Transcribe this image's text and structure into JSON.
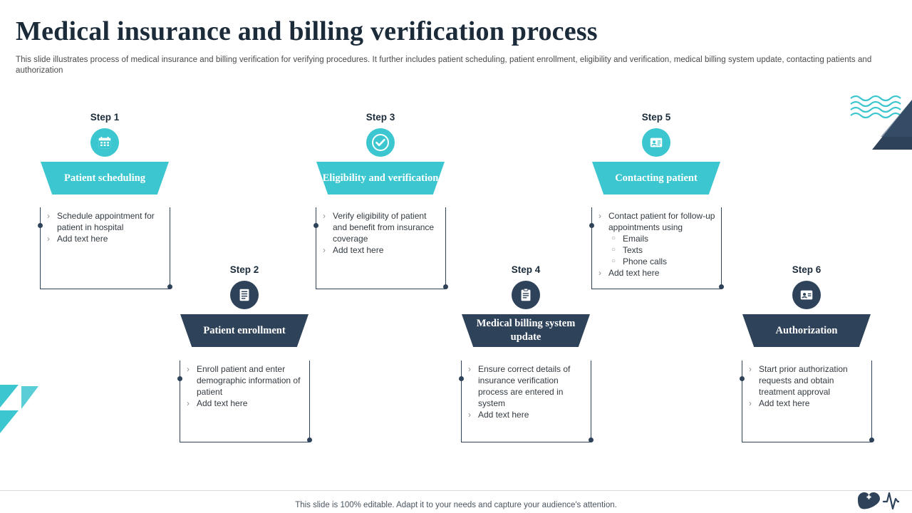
{
  "slide": {
    "title": "Medical insurance and billing verification process",
    "subtitle": "This slide illustrates process of medical insurance and billing verification for verifying procedures. It further includes patient scheduling, patient enrollment, eligibility and verification, medical billing system update, contacting patients and authorization",
    "footer_note": "This slide is 100% editable. Adapt it to your needs and capture your audience's attention.",
    "colors": {
      "teal": "#3cc6cf",
      "navy": "#2e4259",
      "title_color": "#1b2b3a",
      "body_text": "#333a40"
    }
  },
  "steps": [
    {
      "label": "Step 1",
      "title": "Patient scheduling",
      "icon": "calendar-icon",
      "theme": "teal",
      "bullets": [
        {
          "text": "Schedule appointment for patient in hospital",
          "sub": []
        },
        {
          "text": "Add text here",
          "sub": []
        }
      ]
    },
    {
      "label": "Step 2",
      "title": "Patient enrollment",
      "icon": "document-list-icon",
      "theme": "navy",
      "bullets": [
        {
          "text": "Enroll patient and enter demographic information of patient",
          "sub": []
        },
        {
          "text": "Add text here",
          "sub": []
        }
      ]
    },
    {
      "label": "Step 3",
      "title": "Eligibility and verification",
      "icon": "check-circle-icon",
      "theme": "teal",
      "bullets": [
        {
          "text": "Verify eligibility of patient and benefit from insurance coverage",
          "sub": []
        },
        {
          "text": "Add text here",
          "sub": []
        }
      ]
    },
    {
      "label": "Step 4",
      "title": "Medical billing system update",
      "icon": "clipboard-icon",
      "theme": "navy",
      "bullets": [
        {
          "text": "Ensure correct details of insurance verification process are entered in system",
          "sub": []
        },
        {
          "text": "Add text here",
          "sub": []
        }
      ]
    },
    {
      "label": "Step 5",
      "title": "Contacting patient",
      "icon": "contact-card-icon",
      "theme": "teal",
      "bullets": [
        {
          "text": "Contact patient for follow-up appointments using",
          "sub": [
            "Emails",
            "Texts",
            "Phone calls"
          ]
        },
        {
          "text": "Add text here",
          "sub": []
        }
      ]
    },
    {
      "label": "Step 6",
      "title": "Authorization",
      "icon": "id-card-icon",
      "theme": "navy",
      "bullets": [
        {
          "text": "Start prior authorization requests and obtain treatment approval",
          "sub": []
        },
        {
          "text": "Add text here",
          "sub": []
        }
      ]
    }
  ],
  "bullet_marks": {
    "primary": "›",
    "secondary": "○"
  }
}
